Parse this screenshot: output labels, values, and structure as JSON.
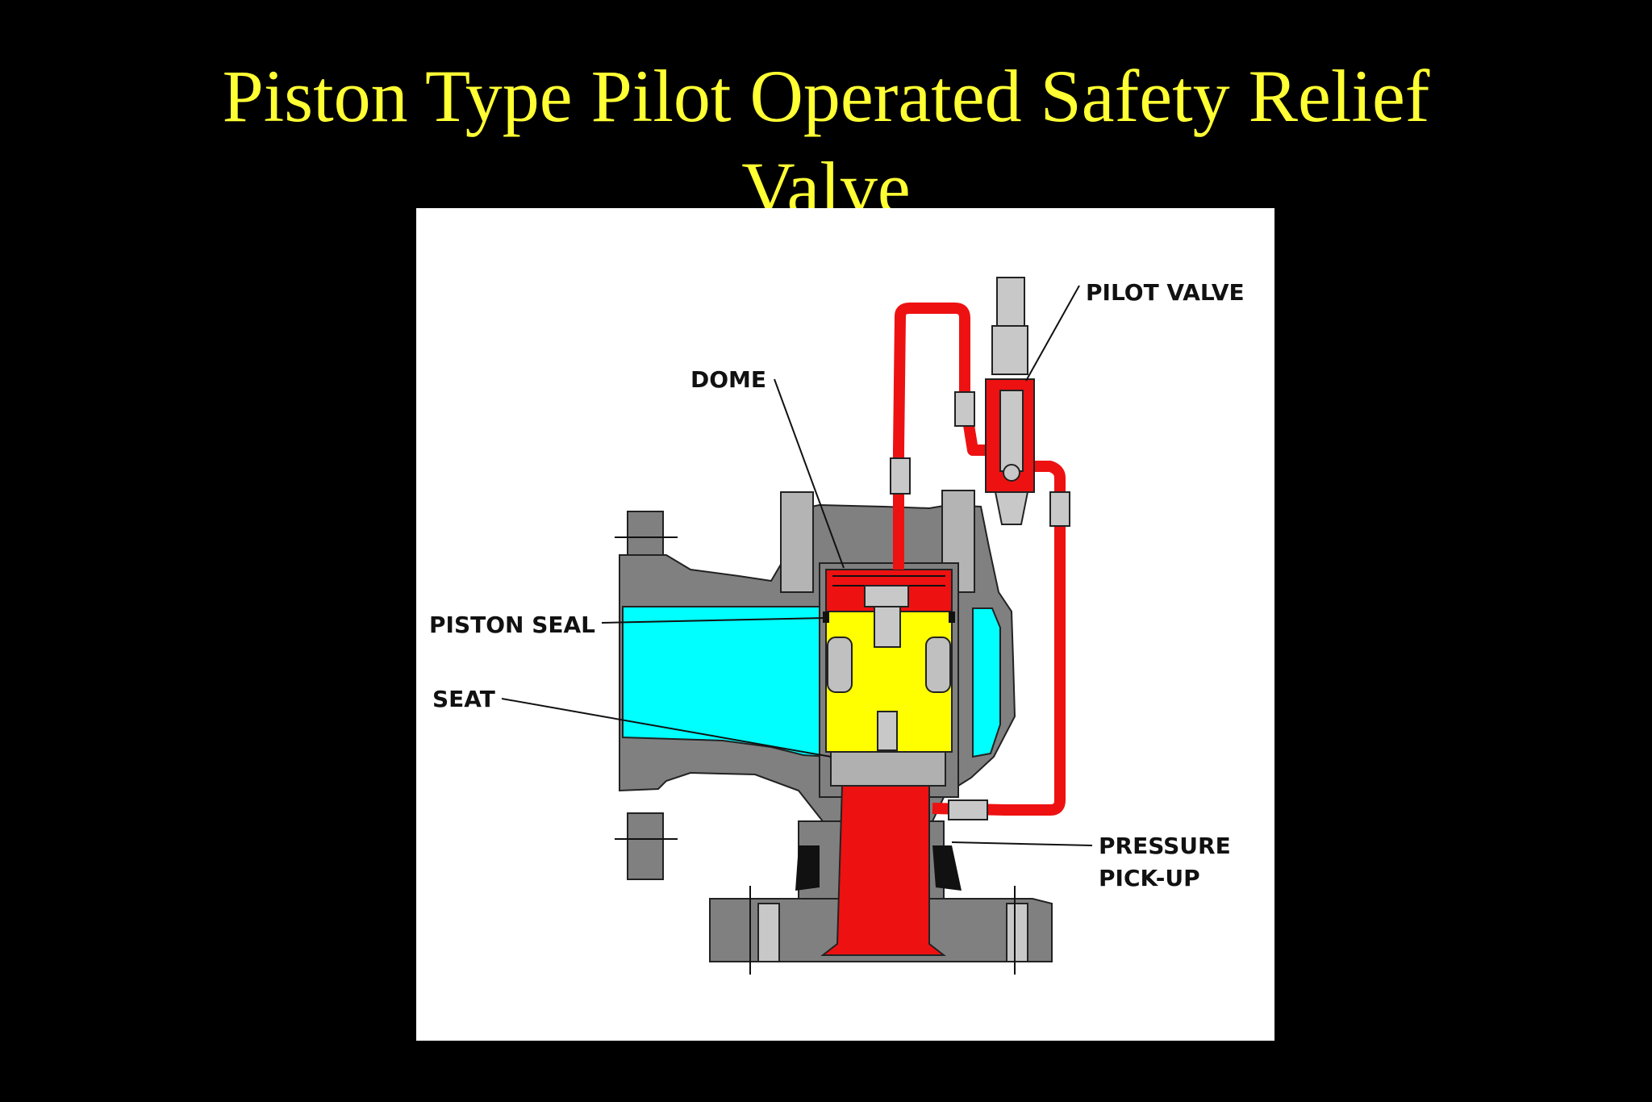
{
  "slide": {
    "title_line1": "Piston Type Pilot Operated Safety Relief",
    "title_line2": "Valve"
  },
  "diagram": {
    "labels": {
      "pilot_valve": "PILOT VALVE",
      "dome": "DOME",
      "piston_seal": "PISTON SEAL",
      "seat": "SEAT",
      "pressure_line1": "PRESSURE",
      "pressure_line2": "PICK-UP"
    },
    "colors": {
      "background": "#000000",
      "title": "#ffff33",
      "panel": "#ffffff",
      "body": "#808080",
      "pressure_red": "#ee1111",
      "outlet_cyan": "#00ffff",
      "piston_yellow": "#ffff00",
      "metal_light": "#c8c8c8"
    }
  }
}
